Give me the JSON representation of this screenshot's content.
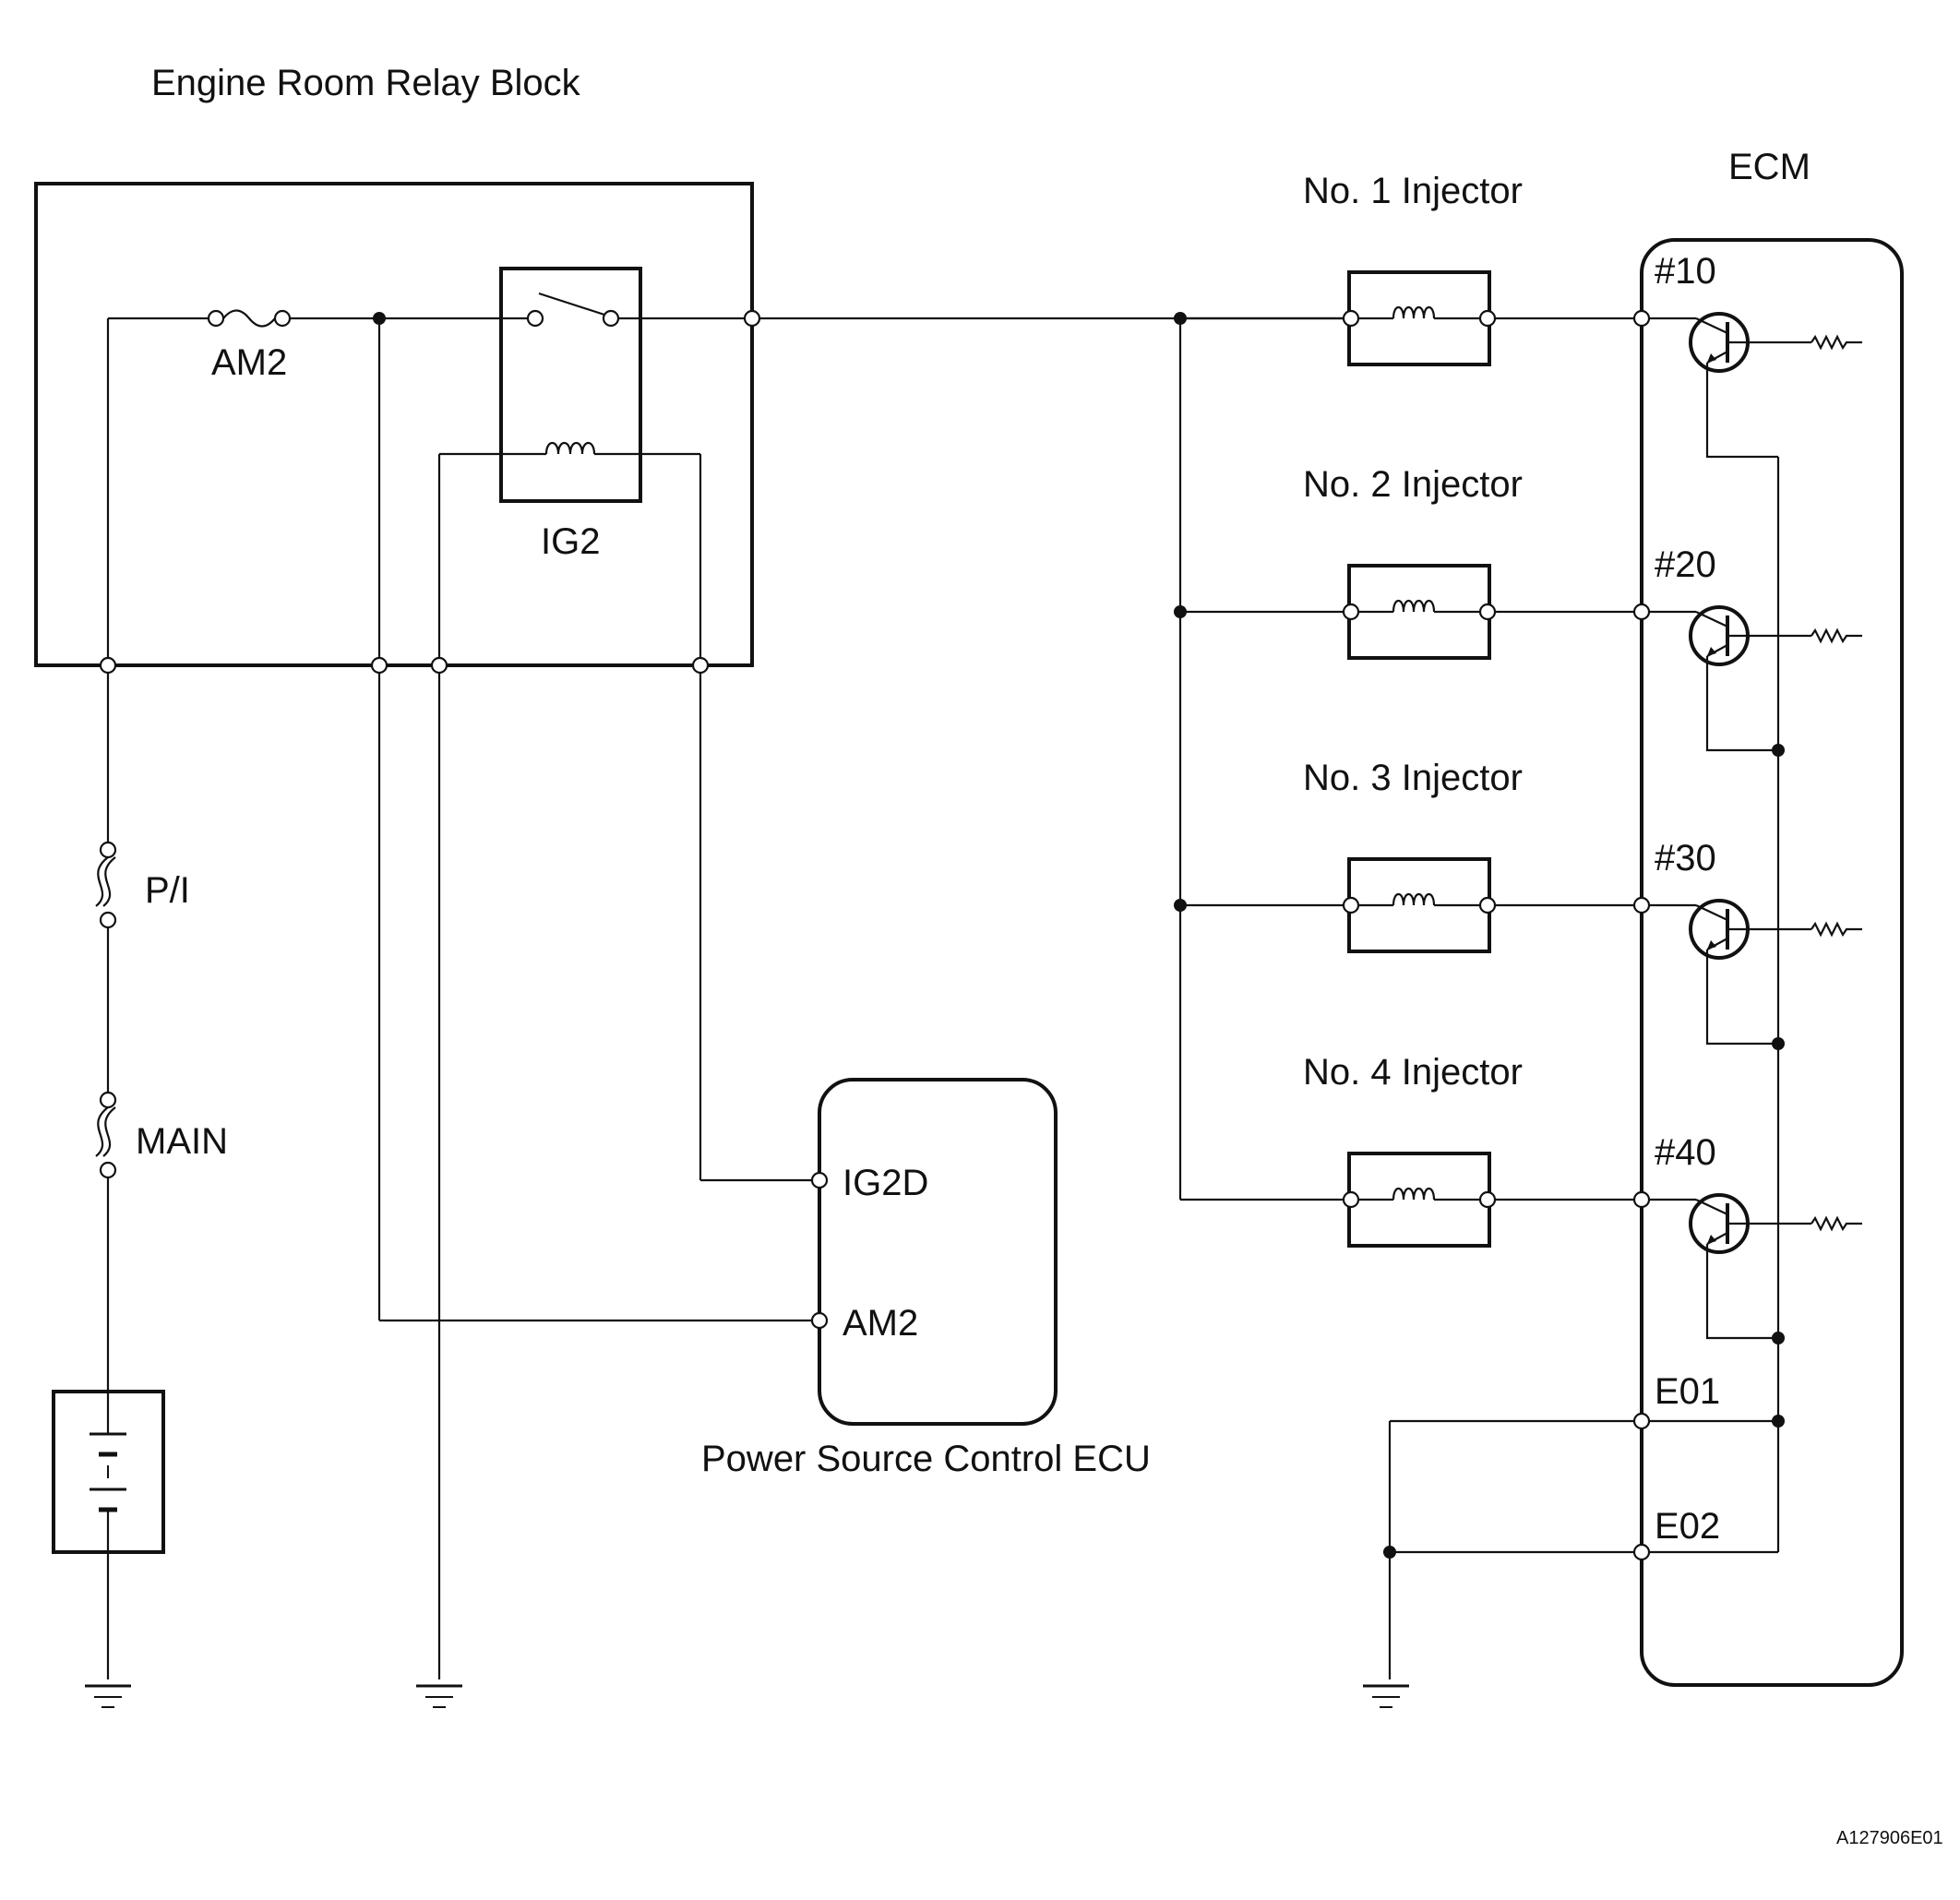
{
  "labels": {
    "relay_block": "Engine Room Relay Block",
    "am2_fuse": "AM2",
    "ig2_relay": "IG2",
    "pi_fuse": "P/I",
    "main_fuse": "MAIN",
    "ecm": "ECM",
    "power_ecu": "Power Source Control ECU",
    "ecu_ig2d": "IG2D",
    "ecu_am2": "AM2",
    "e01": "E01",
    "e02": "E02",
    "figure_code": "A127906E01"
  },
  "injectors": [
    {
      "name": "No. 1 Injector",
      "terminal": "#10"
    },
    {
      "name": "No. 2 Injector",
      "terminal": "#20"
    },
    {
      "name": "No. 3 Injector",
      "terminal": "#30"
    },
    {
      "name": "No. 4 Injector",
      "terminal": "#40"
    }
  ]
}
